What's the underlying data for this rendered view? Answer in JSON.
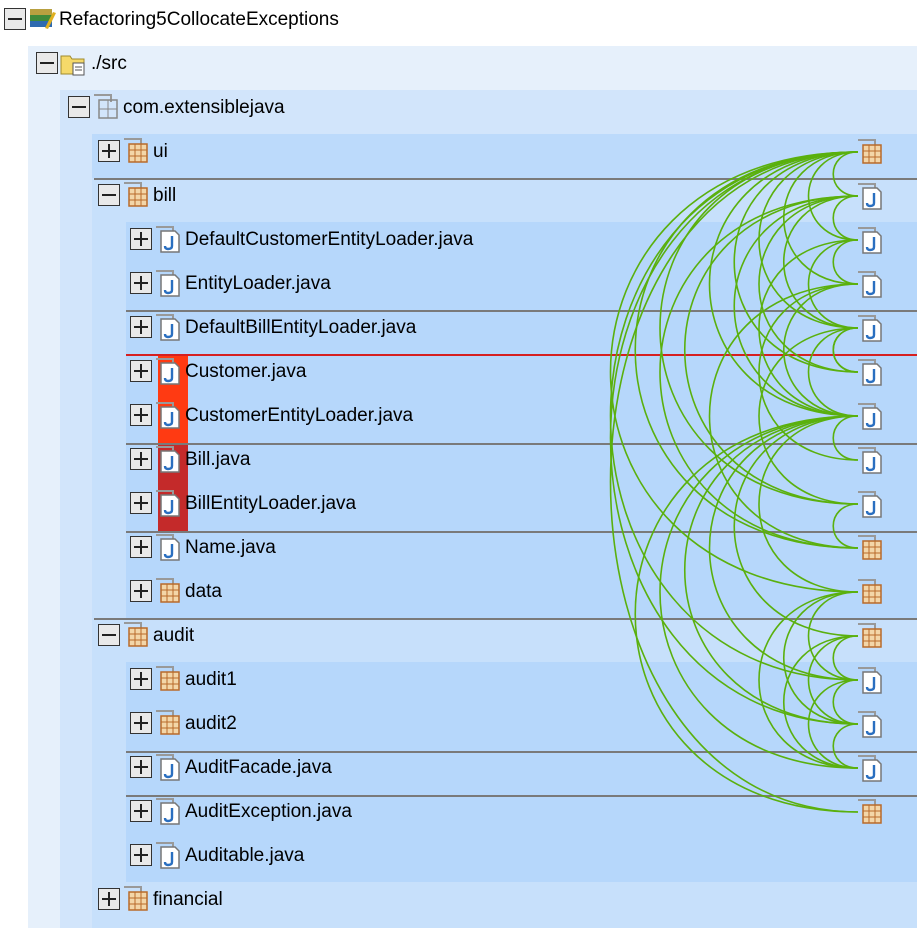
{
  "tree": {
    "root": {
      "label": "Refactoring5CollocateExceptions",
      "icon": "project-icon"
    },
    "src": {
      "label": "./src",
      "icon": "source-folder-icon"
    },
    "pkg": {
      "label": "com.extensiblejava",
      "icon": "package-icon"
    },
    "ui": {
      "label": "ui",
      "icon": "package-icon"
    },
    "bill": {
      "label": "bill",
      "icon": "package-icon",
      "children": [
        {
          "label": "DefaultCustomerEntityLoader.java",
          "icon": "java-file-icon"
        },
        {
          "label": "EntityLoader.java",
          "icon": "java-file-icon"
        },
        {
          "label": "DefaultBillEntityLoader.java",
          "icon": "java-file-icon"
        },
        {
          "label": "Customer.java",
          "icon": "java-file-icon"
        },
        {
          "label": "CustomerEntityLoader.java",
          "icon": "java-file-icon"
        },
        {
          "label": "Bill.java",
          "icon": "java-file-icon"
        },
        {
          "label": "BillEntityLoader.java",
          "icon": "java-file-icon"
        },
        {
          "label": "Name.java",
          "icon": "java-file-icon"
        },
        {
          "label": "data",
          "icon": "package-icon"
        }
      ]
    },
    "audit": {
      "label": "audit",
      "icon": "package-icon",
      "children": [
        {
          "label": "audit1",
          "icon": "package-icon"
        },
        {
          "label": "audit2",
          "icon": "package-icon"
        },
        {
          "label": "AuditFacade.java",
          "icon": "java-file-icon"
        },
        {
          "label": "AuditException.java",
          "icon": "java-file-icon"
        },
        {
          "label": "Auditable.java",
          "icon": "java-file-icon"
        }
      ]
    },
    "financial": {
      "label": "financial",
      "icon": "package-icon"
    }
  },
  "colors": {
    "arc": "#5ab00e",
    "heat_orange": "#ff3a12",
    "heat_red": "#c42a2a",
    "violation_line": "#d62020",
    "panel_light": "#e6f0fb",
    "panel_mid": "#d2e5fb",
    "panel_deep": "#b8d8fb"
  },
  "dependencies": [
    [
      "ui",
      "DefaultCustomerEntityLoader.java"
    ],
    [
      "ui",
      "EntityLoader.java"
    ],
    [
      "ui",
      "DefaultBillEntityLoader.java"
    ],
    [
      "ui",
      "Customer.java"
    ],
    [
      "ui",
      "CustomerEntityLoader.java"
    ],
    [
      "ui",
      "Bill.java"
    ],
    [
      "ui",
      "Name.java"
    ],
    [
      "ui",
      "data"
    ],
    [
      "ui",
      "audit1"
    ],
    [
      "ui",
      "AuditFacade.java"
    ],
    [
      "ui",
      "AuditException.java"
    ],
    [
      "ui",
      "financial"
    ],
    [
      "DefaultCustomerEntityLoader.java",
      "EntityLoader.java"
    ],
    [
      "DefaultCustomerEntityLoader.java",
      "Customer.java"
    ],
    [
      "DefaultCustomerEntityLoader.java",
      "CustomerEntityLoader.java"
    ],
    [
      "DefaultCustomerEntityLoader.java",
      "Bill.java"
    ],
    [
      "DefaultCustomerEntityLoader.java",
      "Name.java"
    ],
    [
      "DefaultCustomerEntityLoader.java",
      "data"
    ],
    [
      "EntityLoader.java",
      "Customer.java"
    ],
    [
      "EntityLoader.java",
      "Bill.java"
    ],
    [
      "DefaultBillEntityLoader.java",
      "EntityLoader.java"
    ],
    [
      "DefaultBillEntityLoader.java",
      "Bill.java"
    ],
    [
      "DefaultBillEntityLoader.java",
      "BillEntityLoader.java"
    ],
    [
      "DefaultBillEntityLoader.java",
      "data"
    ],
    [
      "Customer.java",
      "CustomerEntityLoader.java"
    ],
    [
      "Customer.java",
      "Bill.java"
    ],
    [
      "Customer.java",
      "Name.java"
    ],
    [
      "Bill.java",
      "BillEntityLoader.java"
    ],
    [
      "Bill.java",
      "audit1"
    ],
    [
      "Bill.java",
      "audit2"
    ],
    [
      "Bill.java",
      "AuditFacade.java"
    ],
    [
      "Bill.java",
      "AuditException.java"
    ],
    [
      "Bill.java",
      "Auditable.java"
    ],
    [
      "Bill.java",
      "financial"
    ],
    [
      "CustomerEntityLoader.java",
      "Customer.java"
    ],
    [
      "audit1",
      "AuditFacade.java"
    ],
    [
      "audit1",
      "AuditException.java"
    ],
    [
      "audit1",
      "Auditable.java"
    ],
    [
      "audit2",
      "AuditFacade.java"
    ],
    [
      "audit2",
      "AuditException.java"
    ],
    [
      "audit2",
      "Auditable.java"
    ],
    [
      "AuditFacade.java",
      "AuditException.java"
    ],
    [
      "AuditFacade.java",
      "Auditable.java"
    ],
    [
      "AuditException.java",
      "Auditable.java"
    ],
    [
      "Name.java",
      "data"
    ]
  ]
}
